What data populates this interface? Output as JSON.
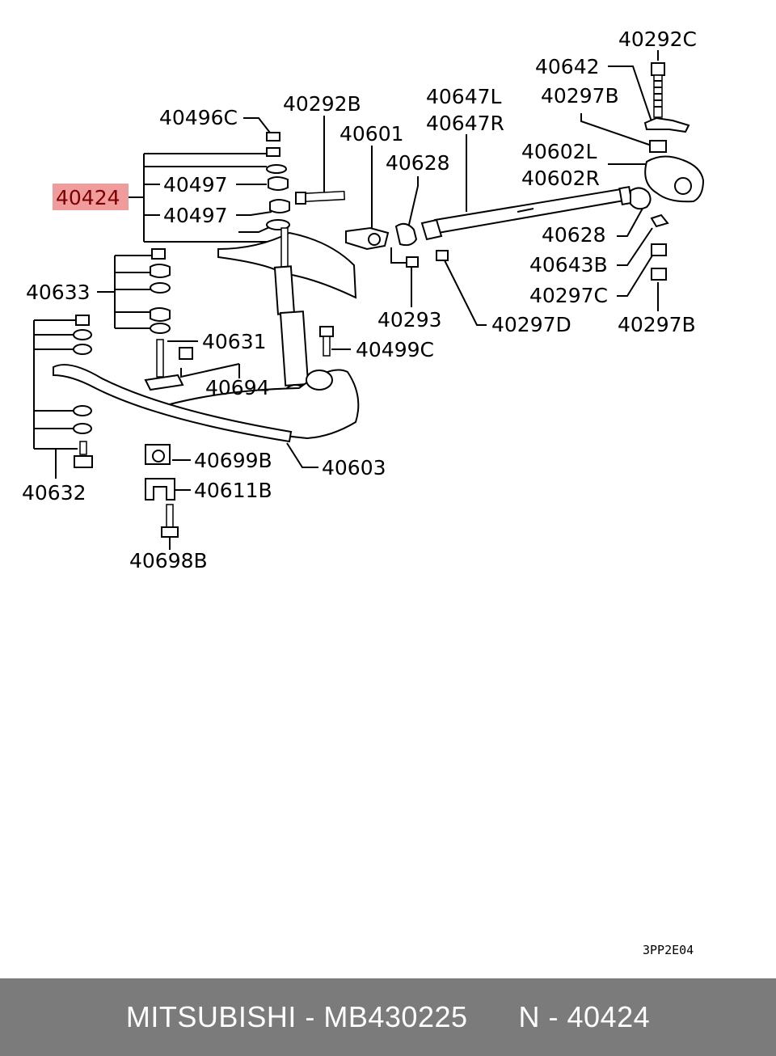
{
  "diagram": {
    "highlight_color": "#f19c9c",
    "highlighted_part": "40424",
    "labels": {
      "p40292C": "40292C",
      "p40642": "40642",
      "p40297B_top": "40297B",
      "p40647L": "40647L",
      "p40647R": "40647R",
      "p40496C": "40496C",
      "p40292B": "40292B",
      "p40601": "40601",
      "p40628_top": "40628",
      "p40602L": "40602L",
      "p40602R": "40602R",
      "p40424": "40424",
      "p40497_a": "40497",
      "p40497_b": "40497",
      "p40628_right": "40628",
      "p40643B": "40643B",
      "p40633": "40633",
      "p40297C": "40297C",
      "p40293": "40293",
      "p40297D": "40297D",
      "p40297B_bottom": "40297B",
      "p40631": "40631",
      "p40499C": "40499C",
      "p40694": "40694",
      "p40699B": "40699B",
      "p40603": "40603",
      "p40611B": "40611B",
      "p40632": "40632",
      "p40698B": "40698B"
    },
    "drawing_code": "3PP2E04"
  },
  "footer": {
    "brand": "MITSUBISHI",
    "part_number": "MB430225",
    "ref": "N - 40424",
    "sep": " - "
  }
}
